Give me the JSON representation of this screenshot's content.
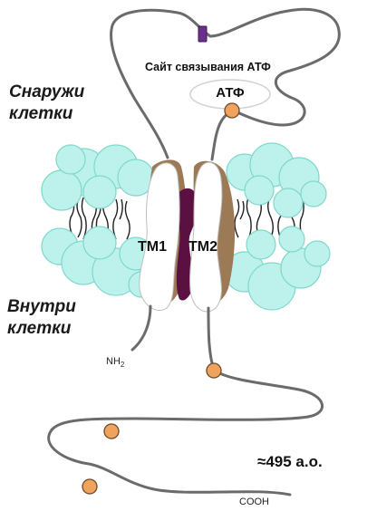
{
  "labels": {
    "outside_line1": "Снаружи",
    "outside_line2": "клетки",
    "inside_line1": "Внутри",
    "inside_line2": "клетки",
    "atp_binding_site": "Сайт связывания АТФ",
    "atp": "АТФ",
    "tm1": "TM1",
    "tm2": "TM2",
    "nh2_main": "NH",
    "nh2_sub": "2",
    "cooh": "COOH",
    "length": "≈495 а.о."
  },
  "colors": {
    "lipid_head": "#bdf2ec",
    "lipid_head_edge": "#7fd8cc",
    "lipid_tail": "#1f1f1f",
    "chain": "#6b6b6b",
    "phospho_dot": "#f0a35c",
    "phospho_dot_edge": "#6b4a2a",
    "helix_fill": "#ffffff",
    "helix_brown": "#9c7a55",
    "pore": "#5a1040",
    "purple_marker": "#6a2f8a"
  }
}
